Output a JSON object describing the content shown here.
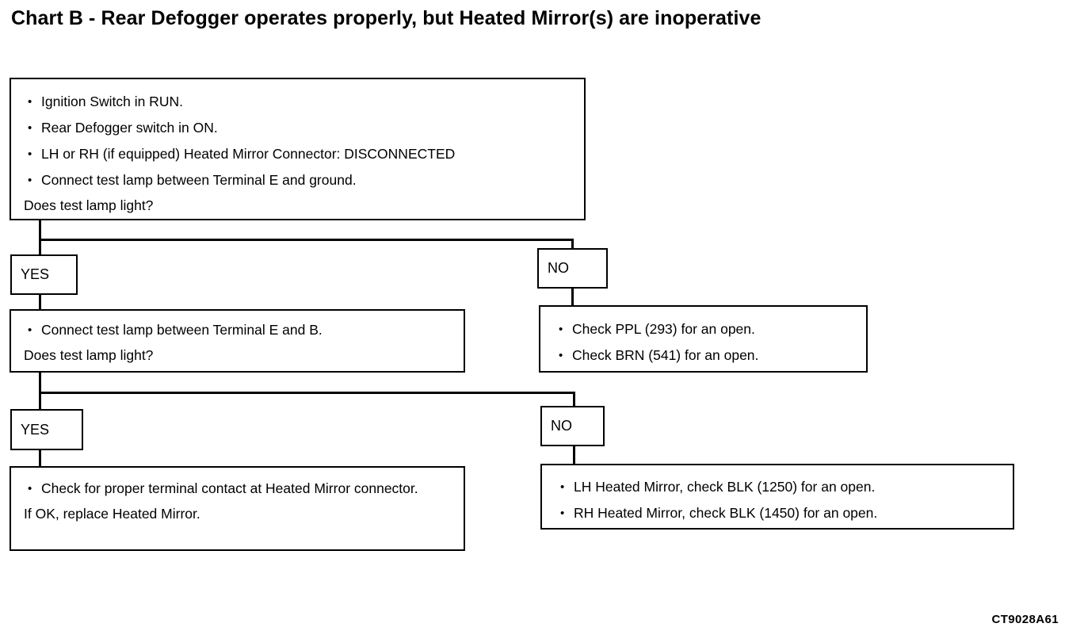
{
  "title": "Chart B - Rear Defogger operates properly, but Heated Mirror(s) are inoperative",
  "footer_code": "CT9028A61",
  "chart_data": {
    "type": "diagram",
    "diagram_kind": "troubleshooting-flowchart",
    "title": "Chart B - Rear Defogger operates properly, but Heated Mirror(s) are inoperative"
  },
  "nodes": {
    "step1": {
      "bullets": [
        "Ignition Switch in RUN.",
        "Rear Defogger switch in ON.",
        "LH or RH (if equipped) Heated Mirror Connector: DISCONNECTED",
        "Connect test lamp between Terminal E and ground."
      ],
      "question": "Does test lamp light?"
    },
    "step1_yes": {
      "label": "YES"
    },
    "step1_no": {
      "label": "NO"
    },
    "step2": {
      "bullets": [
        "Connect test lamp between Terminal E and B."
      ],
      "question": "Does test lamp light?"
    },
    "step1_no_result": {
      "bullets": [
        "Check PPL (293) for an open.",
        "Check BRN (541) for an open."
      ]
    },
    "step2_yes": {
      "label": "YES"
    },
    "step2_no": {
      "label": "NO"
    },
    "step2_yes_result": {
      "bullets": [
        "Check for proper terminal contact at Heated Mirror connector."
      ],
      "tail": "If OK, replace Heated Mirror."
    },
    "step2_no_result": {
      "bullets": [
        "LH Heated Mirror, check BLK (1250) for an open.",
        "RH Heated Mirror, check BLK (1450) for an open."
      ]
    }
  }
}
